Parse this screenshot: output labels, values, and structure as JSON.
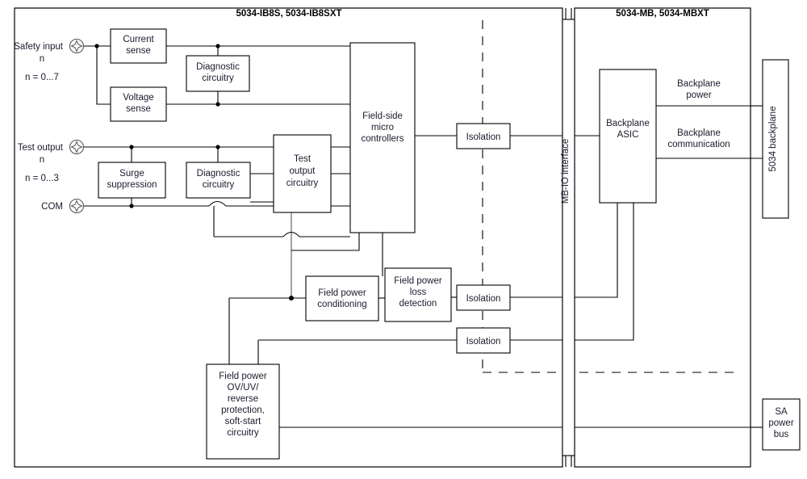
{
  "diagram": {
    "titles": {
      "left_module": "5034-IB8S, 5034-IB8SXT",
      "right_module": "5034-MB, 5034-MBXT"
    },
    "terminals": [
      {
        "id": "safety-input",
        "label_line1": "Safety input",
        "label_line2": "n",
        "label_line3": "n = 0...7"
      },
      {
        "id": "test-output",
        "label_line1": "Test output",
        "label_line2": "n",
        "label_line3": "n = 0...3"
      },
      {
        "id": "com",
        "label_line1": "COM",
        "label_line2": "",
        "label_line3": ""
      }
    ],
    "blocks": {
      "current_sense": [
        "Current",
        "sense"
      ],
      "voltage_sense": [
        "Voltage",
        "sense"
      ],
      "diagnostic_circuitry_top": [
        "Diagnostic",
        "circuitry"
      ],
      "surge_suppression": [
        "Surge",
        "suppression"
      ],
      "diagnostic_circuitry_bottom": [
        "Diagnostic",
        "circuitry"
      ],
      "test_output_circuitry": [
        "Test",
        "output",
        "circuitry"
      ],
      "field_side_micro": [
        "Field-side",
        "micro",
        "controllers"
      ],
      "isolation_1": [
        "Isolation"
      ],
      "isolation_2": [
        "Isolation"
      ],
      "isolation_3": [
        "Isolation"
      ],
      "field_power_conditioning": [
        "Field power",
        "conditioning"
      ],
      "field_power_loss_detection": [
        "Field power",
        "loss",
        "detection"
      ],
      "field_power_protection": [
        "Field power",
        "OV/UV/",
        "reverse",
        "protection,",
        "soft-start",
        "circuitry"
      ],
      "mb_io_interface": [
        "MB-IO interface"
      ],
      "backplane_asic": [
        "Backplane",
        "ASIC"
      ],
      "backplane_5034": [
        "5034 backplane"
      ],
      "sa_power_bus": [
        "SA",
        "power",
        "bus"
      ]
    },
    "wire_labels": {
      "backplane_power": [
        "Backplane",
        "power"
      ],
      "backplane_communication": [
        "Backplane",
        "communication"
      ]
    },
    "colors": {
      "line": "#000000",
      "text": "#1a1a2e",
      "background": "#ffffff",
      "terminal": "#555555"
    }
  }
}
